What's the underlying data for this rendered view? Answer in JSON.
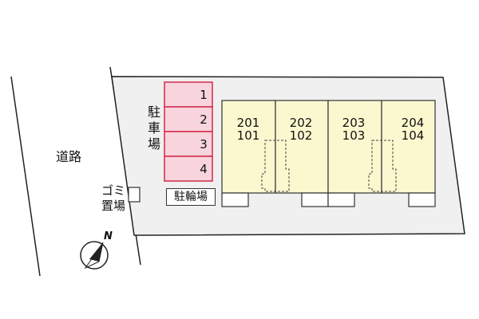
{
  "road": {
    "label": "道路"
  },
  "parking": {
    "title": "駐車場",
    "slots": [
      "1",
      "2",
      "3",
      "4"
    ],
    "fill_color": "#f8d4dc",
    "border_color": "#d22a4a"
  },
  "garbage": {
    "label": "ゴミ置場"
  },
  "bicycle_parking": {
    "label": "駐輪場"
  },
  "building": {
    "fill_color": "#fbf7cf",
    "units": [
      {
        "upper": "201",
        "lower": "101"
      },
      {
        "upper": "202",
        "lower": "102"
      },
      {
        "upper": "203",
        "lower": "103"
      },
      {
        "upper": "204",
        "lower": "104"
      }
    ]
  },
  "compass": {
    "label": "N",
    "icon": "north-arrow-icon"
  },
  "site": {
    "fill_color": "#f0f0f0"
  }
}
